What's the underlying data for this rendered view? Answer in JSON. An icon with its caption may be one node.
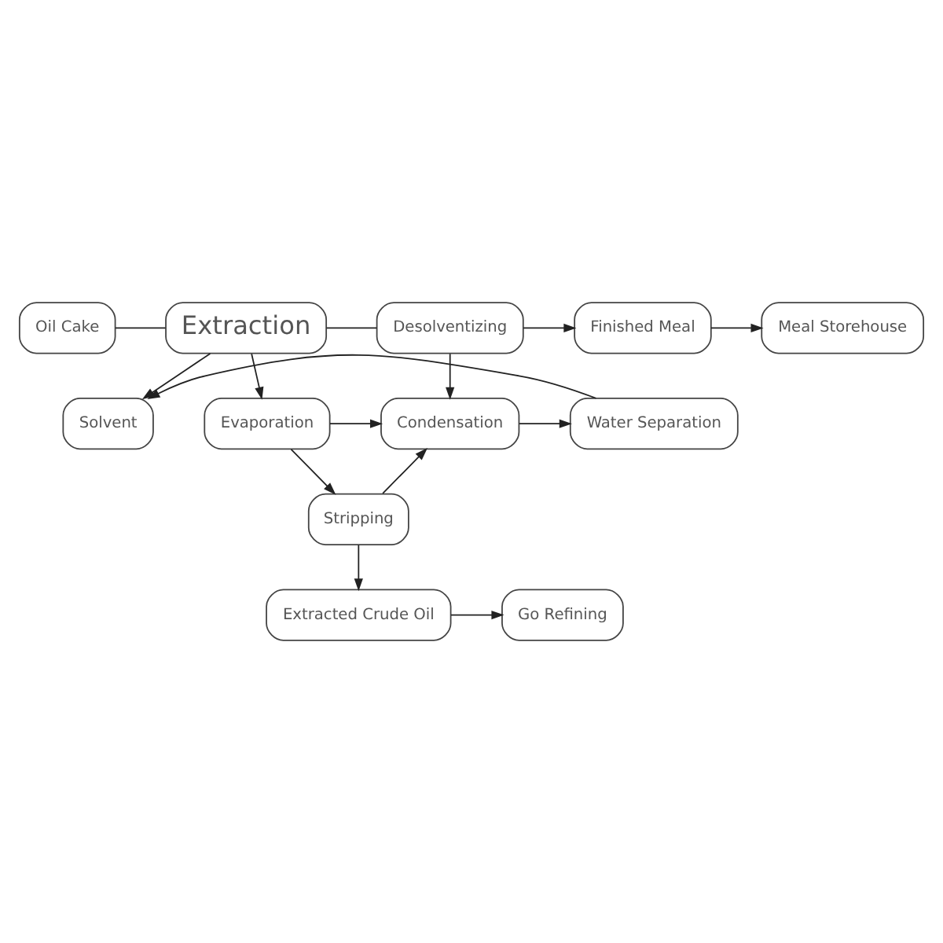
{
  "diagram": {
    "nodes": [
      {
        "text": [
          "Solvent"
        ]
      },
      {
        "text": [
          "Oil Cake"
        ]
      },
      {
        "text": [
          "Extraction"
        ]
      },
      {
        "text": [
          "Desolventizing"
        ]
      },
      {
        "text": [
          "Finished Meal"
        ]
      },
      {
        "text": [
          "Meal Storehouse"
        ]
      },
      {
        "text": [
          "Evaporation"
        ]
      },
      {
        "text": [
          "Condensation"
        ]
      },
      {
        "text": [
          "Water Separation"
        ]
      },
      {
        "text": [
          "Stripping"
        ]
      },
      {
        "text": [
          "Extracted Crude Oil"
        ]
      },
      {
        "text": [
          "Go Refining"
        ]
      }
    ],
    "edges": [
      {
        "from": 1,
        "to": 2,
        "arrow": "none"
      },
      {
        "from": 2,
        "to": 0,
        "arrow": "to"
      },
      {
        "from": 2,
        "to": 3,
        "arrow": "none"
      },
      {
        "from": 3,
        "to": 4,
        "arrow": "to"
      },
      {
        "from": 4,
        "to": 5,
        "arrow": "to"
      },
      {
        "from": 3,
        "to": 7,
        "arrow": "to"
      },
      {
        "from": 2,
        "to": 6,
        "arrow": "to"
      },
      {
        "from": 6,
        "to": 7,
        "arrow": "to"
      },
      {
        "from": 6,
        "to": 9,
        "arrow": "to"
      },
      {
        "from": 9,
        "to": 7,
        "arrow": "to"
      },
      {
        "from": 7,
        "to": 8,
        "arrow": "to"
      },
      {
        "from": 8,
        "to": 0,
        "arrow": "to"
      },
      {
        "from": 9,
        "to": 10,
        "arrow": "to"
      },
      {
        "from": 10,
        "to": 11,
        "arrow": "to"
      }
    ]
  }
}
